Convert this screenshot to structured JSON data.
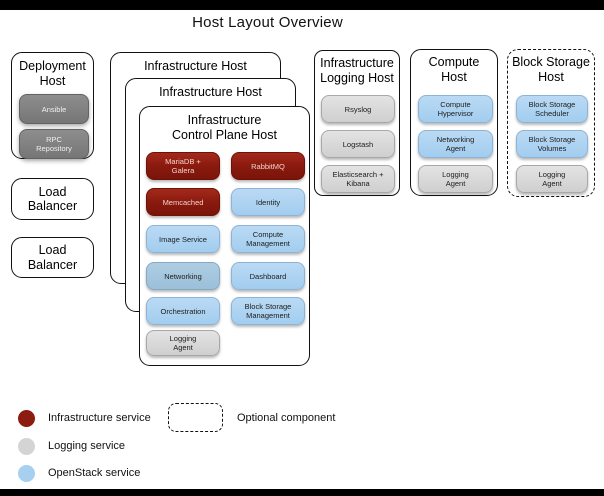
{
  "title": "Host Layout Overview",
  "colors": {
    "infrastructure_service": "#8c1b10",
    "logging_service": "#d4d4d4",
    "openstack_service": "#a6cff0",
    "deployment_service": "#7f7f7f"
  },
  "hosts": {
    "deployment": {
      "title": "Deployment\nHost",
      "services": [
        {
          "label": "Ansible",
          "type": "deployment"
        },
        {
          "label": "RPC\nRepository",
          "type": "deployment"
        }
      ]
    },
    "load_balancer_1": {
      "title": "Load\nBalancer"
    },
    "load_balancer_2": {
      "title": "Load\nBalancer"
    },
    "infra_host_back": {
      "title": "Infrastructure Host"
    },
    "infra_host_mid": {
      "title": "Infrastructure Host"
    },
    "control_plane": {
      "title": "Infrastructure\nControl Plane Host",
      "services_left": [
        {
          "label": "MariaDB +\nGalera",
          "type": "infrastructure"
        },
        {
          "label": "Memcached",
          "type": "infrastructure"
        },
        {
          "label": "Image Service",
          "type": "openstack"
        },
        {
          "label": "Networking",
          "type": "openstack"
        },
        {
          "label": "Orchestration",
          "type": "openstack"
        },
        {
          "label": "Logging\nAgent",
          "type": "logging"
        }
      ],
      "services_right": [
        {
          "label": "RabbitMQ",
          "type": "infrastructure"
        },
        {
          "label": "Identity",
          "type": "openstack"
        },
        {
          "label": "Compute\nManagement",
          "type": "openstack"
        },
        {
          "label": "Dashboard",
          "type": "openstack"
        },
        {
          "label": "Block Storage\nManagement",
          "type": "openstack"
        }
      ]
    },
    "logging_host": {
      "title": "Infrastructure\nLogging Host",
      "services": [
        {
          "label": "Rsyslog",
          "type": "logging"
        },
        {
          "label": "Logstash",
          "type": "logging"
        },
        {
          "label": "Elasticsearch +\nKibana",
          "type": "logging"
        }
      ]
    },
    "compute_host": {
      "title": "Compute\nHost",
      "services": [
        {
          "label": "Compute\nHypervisor",
          "type": "openstack"
        },
        {
          "label": "Networking\nAgent",
          "type": "openstack"
        },
        {
          "label": "Logging\nAgent",
          "type": "logging"
        }
      ]
    },
    "block_storage_host": {
      "title": "Block Storage\nHost",
      "optional": true,
      "services": [
        {
          "label": "Block Storage\nScheduler",
          "type": "openstack"
        },
        {
          "label": "Block Storage\nVolumes",
          "type": "openstack"
        },
        {
          "label": "Logging\nAgent",
          "type": "logging"
        }
      ]
    }
  },
  "legend": {
    "items": [
      {
        "label": "Infrastructure service",
        "swatch": "circle",
        "color": "#8c1b10"
      },
      {
        "label": "Logging service",
        "swatch": "circle",
        "color": "#d4d4d4"
      },
      {
        "label": "OpenStack service",
        "swatch": "circle",
        "color": "#a6cff0"
      },
      {
        "label": "Optional component",
        "swatch": "dashed-box",
        "color": "#ffffff"
      }
    ]
  }
}
